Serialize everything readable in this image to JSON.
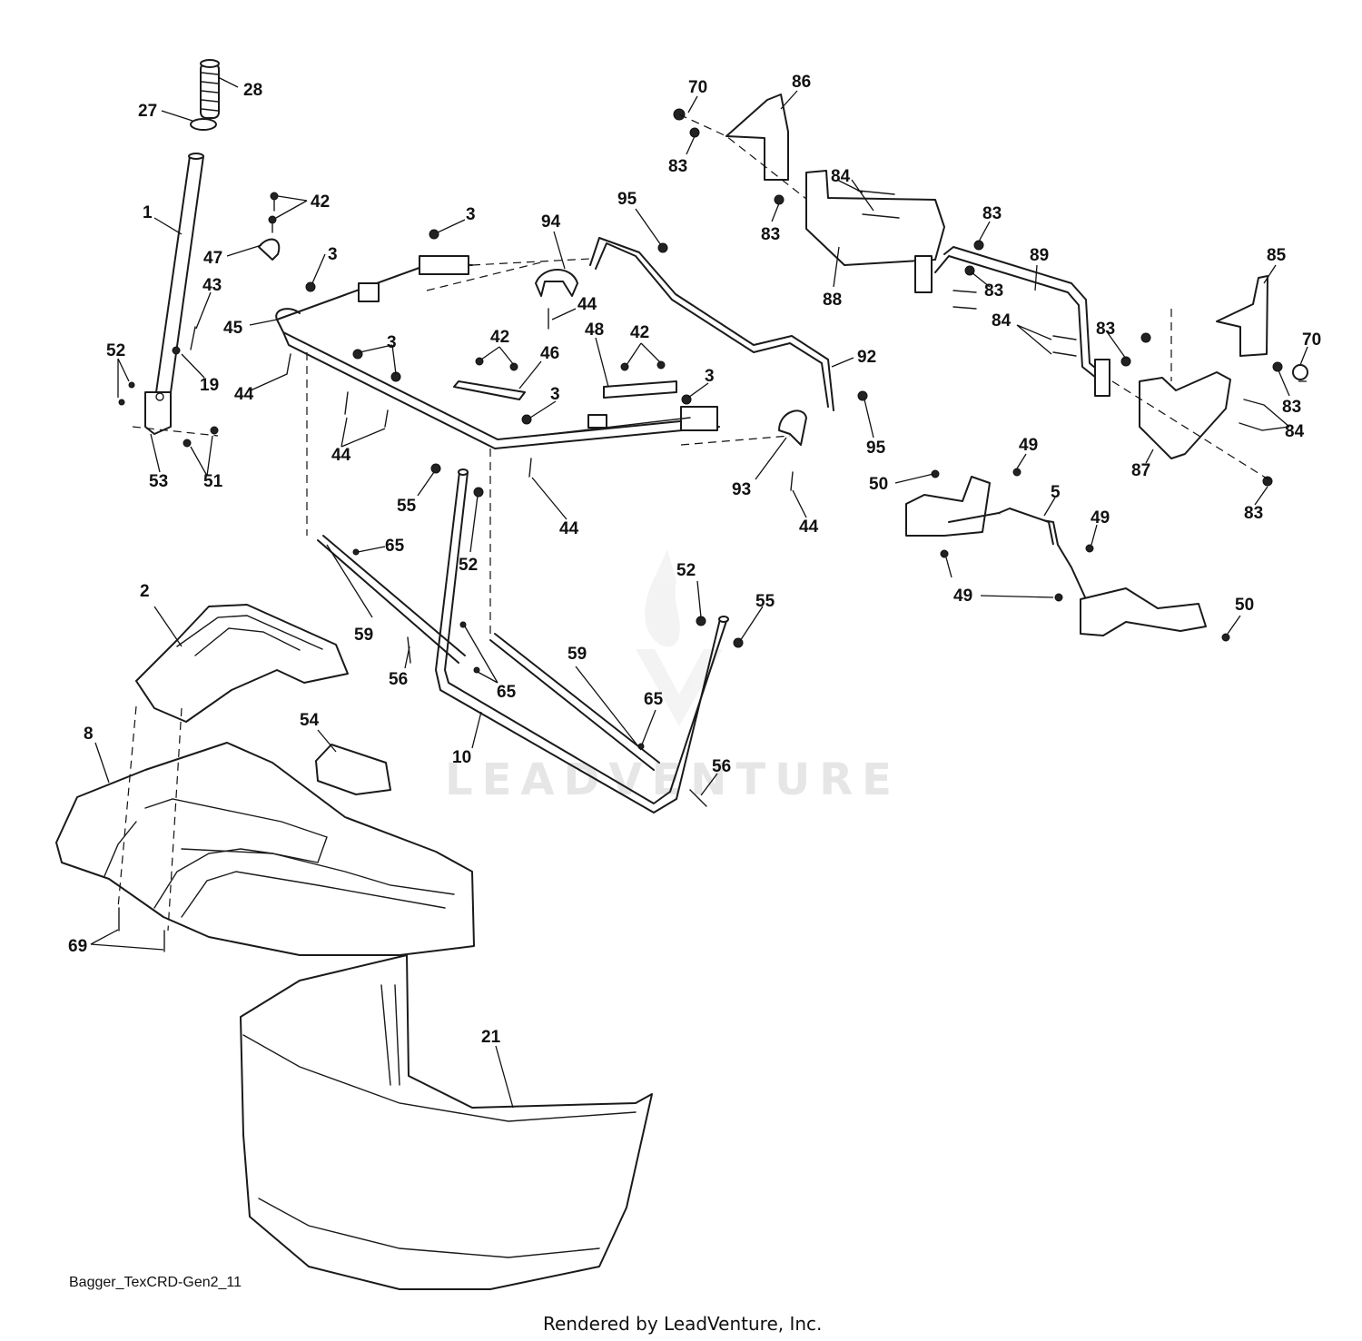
{
  "diagram": {
    "drawing_code": "Bagger_TexCRD-Gen2_11",
    "credit": "Rendered by LeadVenture, Inc.",
    "watermark": "LEADVENTURE",
    "callouts": [
      {
        "id": "c28",
        "label": "28"
      },
      {
        "id": "c27",
        "label": "27"
      },
      {
        "id": "c1",
        "label": "1"
      },
      {
        "id": "c42a",
        "label": "42"
      },
      {
        "id": "c47",
        "label": "47"
      },
      {
        "id": "c43",
        "label": "43"
      },
      {
        "id": "c52a",
        "label": "52"
      },
      {
        "id": "c19",
        "label": "19"
      },
      {
        "id": "c53",
        "label": "53"
      },
      {
        "id": "c51",
        "label": "51"
      },
      {
        "id": "c45",
        "label": "45"
      },
      {
        "id": "c44a",
        "label": "44"
      },
      {
        "id": "c3a",
        "label": "3"
      },
      {
        "id": "c3b",
        "label": "3"
      },
      {
        "id": "c3c",
        "label": "3"
      },
      {
        "id": "c44b",
        "label": "44"
      },
      {
        "id": "c94",
        "label": "94"
      },
      {
        "id": "c95a",
        "label": "95"
      },
      {
        "id": "c44c",
        "label": "44"
      },
      {
        "id": "c42b",
        "label": "42"
      },
      {
        "id": "c46",
        "label": "46"
      },
      {
        "id": "c48",
        "label": "48"
      },
      {
        "id": "c42c",
        "label": "42"
      },
      {
        "id": "c3d",
        "label": "3"
      },
      {
        "id": "c3e",
        "label": "3"
      },
      {
        "id": "c92",
        "label": "92"
      },
      {
        "id": "c95b",
        "label": "95"
      },
      {
        "id": "c93",
        "label": "93"
      },
      {
        "id": "c44d",
        "label": "44"
      },
      {
        "id": "c44e",
        "label": "44"
      },
      {
        "id": "c55a",
        "label": "55"
      },
      {
        "id": "c52b",
        "label": "52"
      },
      {
        "id": "c65a",
        "label": "65"
      },
      {
        "id": "c59a",
        "label": "59"
      },
      {
        "id": "c56a",
        "label": "56"
      },
      {
        "id": "c65b",
        "label": "65"
      },
      {
        "id": "c59b",
        "label": "59"
      },
      {
        "id": "c10",
        "label": "10"
      },
      {
        "id": "c52c",
        "label": "52"
      },
      {
        "id": "c55b",
        "label": "55"
      },
      {
        "id": "c65c",
        "label": "65"
      },
      {
        "id": "c56b",
        "label": "56"
      },
      {
        "id": "c2",
        "label": "2"
      },
      {
        "id": "c54",
        "label": "54"
      },
      {
        "id": "c8",
        "label": "8"
      },
      {
        "id": "c69",
        "label": "69"
      },
      {
        "id": "c21",
        "label": "21"
      },
      {
        "id": "c70a",
        "label": "70"
      },
      {
        "id": "c86",
        "label": "86"
      },
      {
        "id": "c83a",
        "label": "83"
      },
      {
        "id": "c84a",
        "label": "84"
      },
      {
        "id": "c83b",
        "label": "83"
      },
      {
        "id": "c83c",
        "label": "83"
      },
      {
        "id": "c88",
        "label": "88"
      },
      {
        "id": "c83d",
        "label": "83"
      },
      {
        "id": "c89",
        "label": "89"
      },
      {
        "id": "c84b",
        "label": "84"
      },
      {
        "id": "c83e",
        "label": "83"
      },
      {
        "id": "c85",
        "label": "85"
      },
      {
        "id": "c70b",
        "label": "70"
      },
      {
        "id": "c83f",
        "label": "83"
      },
      {
        "id": "c84c",
        "label": "84"
      },
      {
        "id": "c87",
        "label": "87"
      },
      {
        "id": "c83g",
        "label": "83"
      },
      {
        "id": "c49a",
        "label": "49"
      },
      {
        "id": "c50a",
        "label": "50"
      },
      {
        "id": "c5",
        "label": "5"
      },
      {
        "id": "c49b",
        "label": "49"
      },
      {
        "id": "c49c",
        "label": "49"
      },
      {
        "id": "c50b",
        "label": "50"
      }
    ]
  }
}
